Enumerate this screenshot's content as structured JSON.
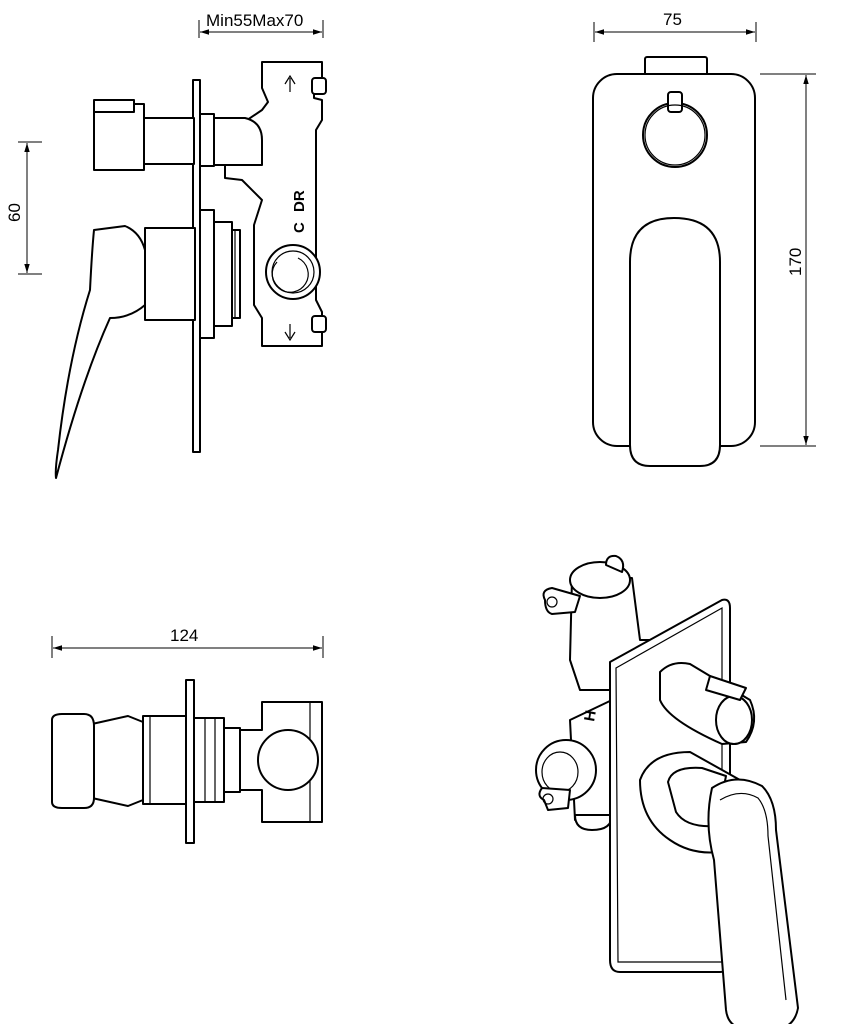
{
  "dimensions": {
    "wall_thickness": "Min55Max70",
    "height_60": "60",
    "width_75": "75",
    "height_170": "170",
    "depth_124": "124"
  },
  "markings": {
    "body_c": "C",
    "body_dr": "DR",
    "iso_h": "H"
  }
}
